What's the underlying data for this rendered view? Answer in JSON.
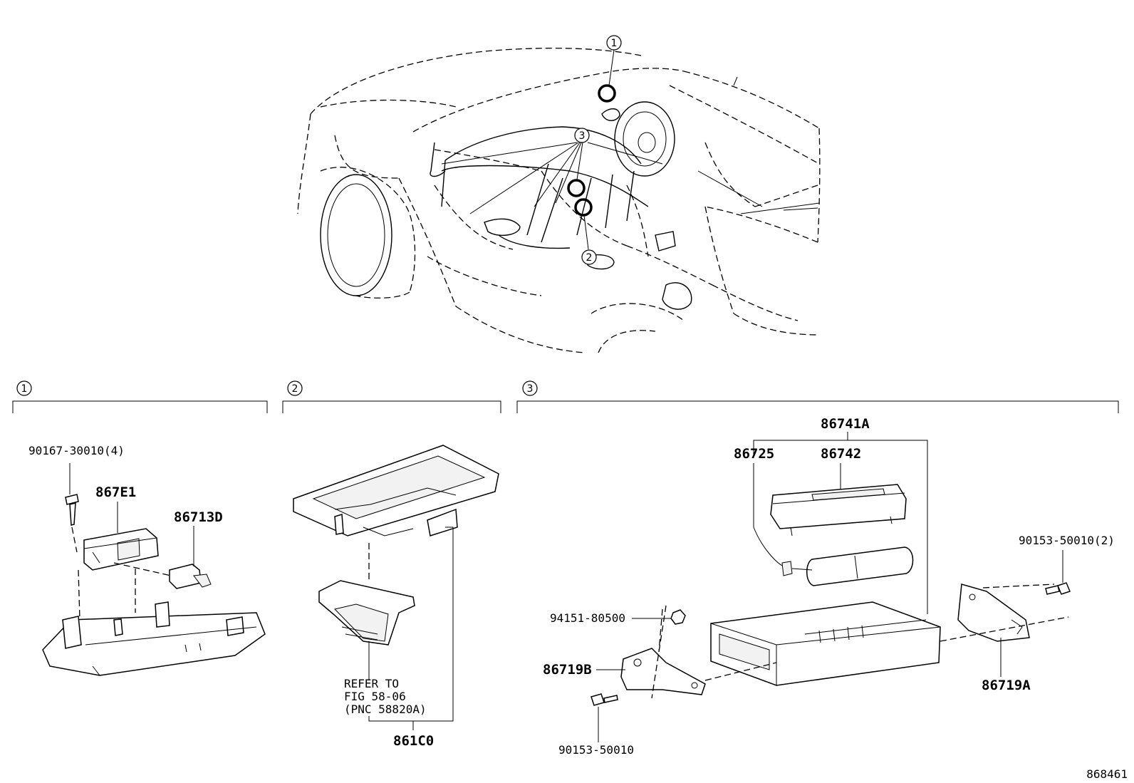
{
  "callouts": {
    "c1": "1",
    "c2": "2",
    "c3": "3"
  },
  "sections": {
    "s1": "1",
    "s2": "2",
    "s3": "3"
  },
  "parts": {
    "p_90167": "90167-30010(4)",
    "p_867E1": "867E1",
    "p_86713D": "86713D",
    "p_861C0": "861C0",
    "p_86741A": "86741A",
    "p_86742": "86742",
    "p_86725": "86725",
    "p_90153_2": "90153-50010(2)",
    "p_94151": "94151-80500",
    "p_86719B": "86719B",
    "p_86719A": "86719A",
    "p_90153": "90153-50010"
  },
  "note": {
    "line1": "REFER TO",
    "line2": "FIG 58-06",
    "line3": "(PNC 58820A)"
  },
  "figure_id": "868461"
}
